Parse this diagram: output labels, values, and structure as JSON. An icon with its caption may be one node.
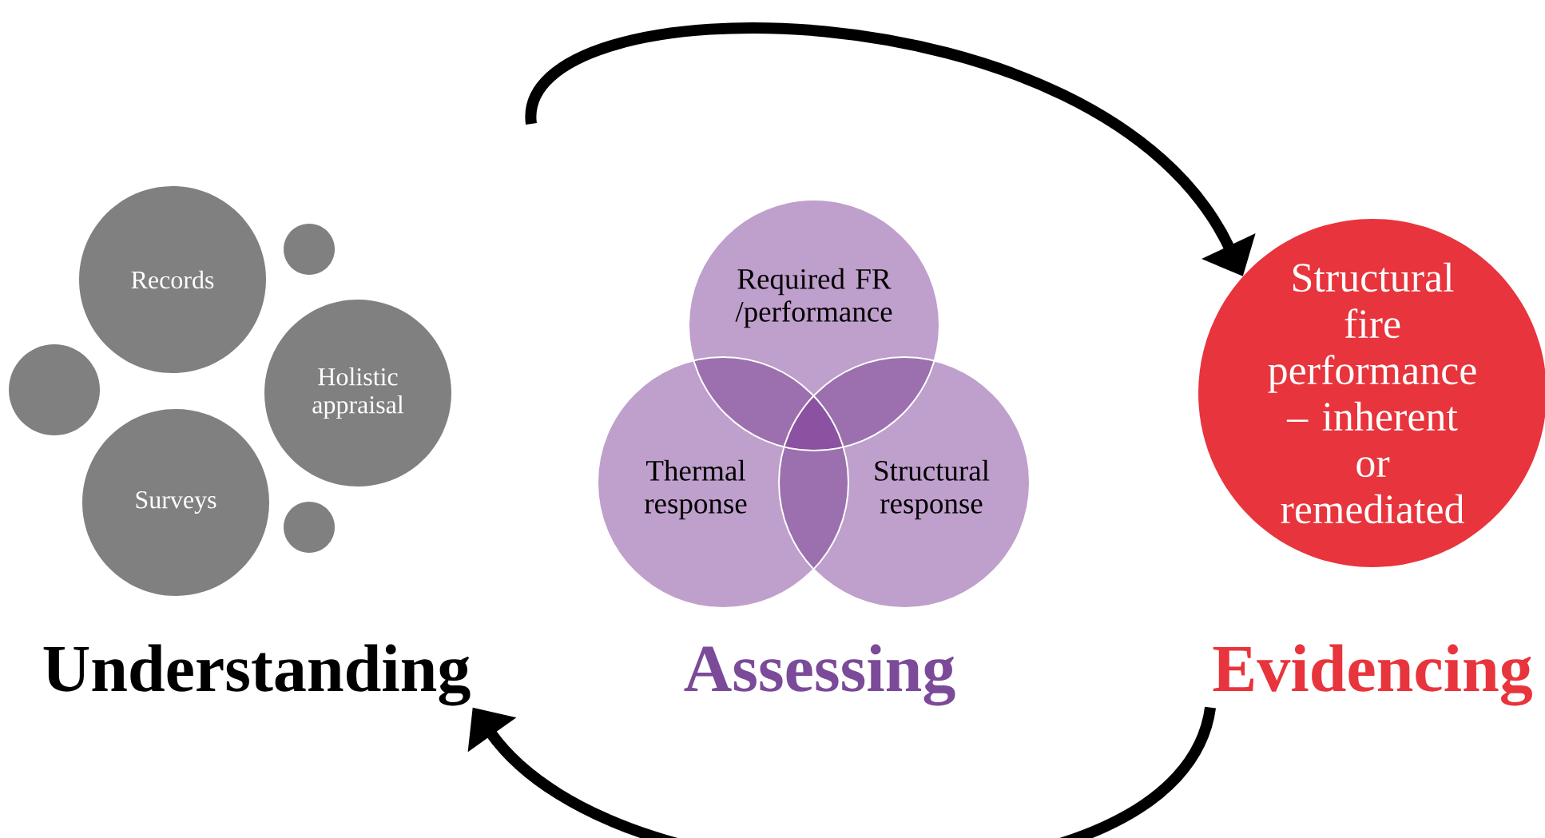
{
  "diagram": {
    "nodes": [
      {
        "text": [
          "Records"
        ]
      },
      {
        "text": [],
        "shape": "circle"
      },
      {
        "text": [
          "Holistic appraisal"
        ]
      },
      {
        "text": [],
        "shape": "circle"
      },
      {
        "text": [
          "Surveys"
        ]
      },
      {
        "text": [],
        "shape": "circle"
      },
      {
        "text": [
          "Understanding"
        ]
      },
      {
        "text": [
          "Required FR /performance"
        ]
      },
      {
        "text": [
          "Thermal response"
        ]
      },
      {
        "text": [
          "Structural response"
        ]
      },
      {
        "text": [
          "Structural fire performance – inherent or remediated"
        ]
      },
      {
        "text": [
          "Evidencing"
        ]
      }
    ],
    "edges": [
      {
        "from": null,
        "to": 10,
        "arrow": "to"
      },
      {
        "from": 11,
        "to": 6,
        "arrow": "to"
      }
    ],
    "labels": [
      "Assessing"
    ]
  }
}
